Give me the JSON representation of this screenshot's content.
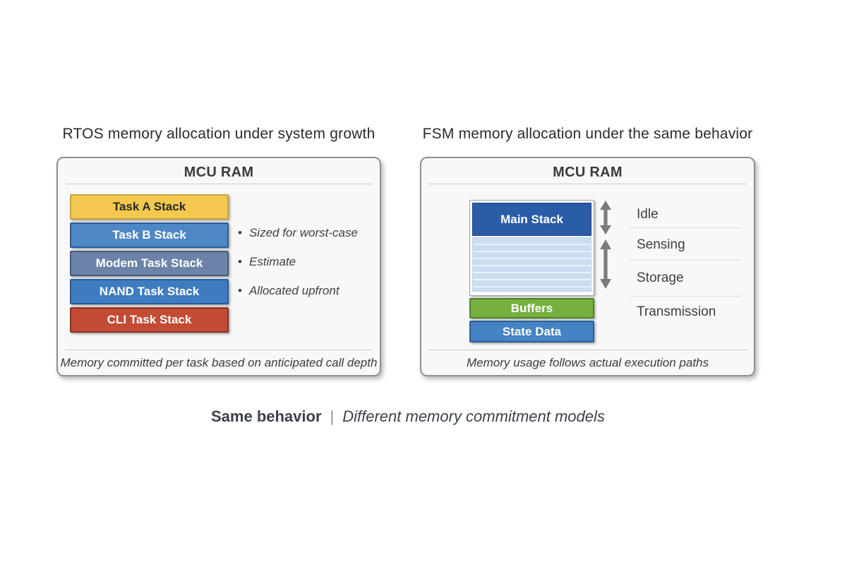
{
  "left_panel": {
    "title": "RTOS memory allocation under system growth",
    "header": "MCU RAM",
    "stacks": [
      {
        "label": "Task A Stack",
        "fill": "#f2c84e",
        "border": "#c9a23b",
        "text": "#2b2b2b"
      },
      {
        "label": "Task B Stack",
        "fill": "#4e87c6",
        "border": "#2a5b97",
        "text": "#ffffff"
      },
      {
        "label": "Modem Task Stack",
        "fill": "#6c83a9",
        "border": "#45597a",
        "text": "#ffffff"
      },
      {
        "label": "NAND Task Stack",
        "fill": "#3f7cbf",
        "border": "#275c9b",
        "text": "#ffffff"
      },
      {
        "label": "CLI Task Stack",
        "fill": "#c24b33",
        "border": "#8e2f1e",
        "text": "#ffffff"
      }
    ],
    "bullet_marker": "•",
    "bullets": [
      "Sized for worst-case",
      "Estimate",
      "Allocated upfront"
    ],
    "caption": "Memory committed per task based on anticipated call depth"
  },
  "right_panel": {
    "title": "FSM memory allocation under the same behavior",
    "header": "MCU RAM",
    "main_stack": {
      "label": "Main Stack",
      "fill": "#2b5ca8"
    },
    "free_region_color": "#cbdef1",
    "buffers": {
      "label": "Buffers",
      "fill": "#76b13f"
    },
    "state_data": {
      "label": "State Data",
      "fill": "#4483c4"
    },
    "arrow_color": "#7b7b7b",
    "states": [
      "Idle",
      "Sensing",
      "Storage",
      "Transmission"
    ],
    "caption": "Memory usage follows actual execution paths"
  },
  "bottom_caption": {
    "part1": "Same behavior",
    "separator": "|",
    "part2": "Different memory commitment models"
  }
}
